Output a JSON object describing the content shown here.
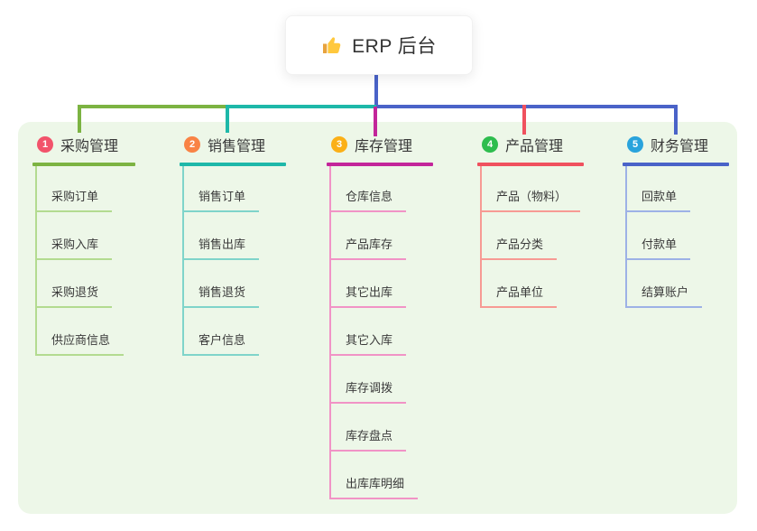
{
  "root": {
    "title": "ERP 后台",
    "icon": "thumbs-up-icon",
    "icon_color": "#ffc83d",
    "stem_color": "#4a63c8"
  },
  "panel": {
    "background": "#edf7e8"
  },
  "branches": [
    {
      "badge": "1",
      "label": "采购管理",
      "badge_color": "#f2536b",
      "line_color": "#7cb342",
      "child_line_color": "#b3db90",
      "children": [
        "采购订单",
        "采购入库",
        "采购退货",
        "供应商信息"
      ]
    },
    {
      "badge": "2",
      "label": "销售管理",
      "badge_color": "#f98345",
      "line_color": "#1eb8a9",
      "child_line_color": "#7fd4ca",
      "children": [
        "销售订单",
        "销售出库",
        "销售退货",
        "客户信息"
      ]
    },
    {
      "badge": "3",
      "label": "库存管理",
      "badge_color": "#fbb017",
      "line_color": "#c3259a",
      "child_line_color": "#f193c6",
      "children": [
        "仓库信息",
        "产品库存",
        "其它出库",
        "其它入库",
        "库存调拨",
        "库存盘点",
        "出库库明细"
      ]
    },
    {
      "badge": "4",
      "label": "产品管理",
      "badge_color": "#2ebd4e",
      "line_color": "#f0515e",
      "child_line_color": "#f79a94",
      "children": [
        "产品（物料）",
        "产品分类",
        "产品单位"
      ]
    },
    {
      "badge": "5",
      "label": "财务管理",
      "badge_color": "#29a3dc",
      "line_color": "#4a63c8",
      "child_line_color": "#9db1e6",
      "children": [
        "回款单",
        "付款单",
        "结算账户"
      ]
    }
  ]
}
